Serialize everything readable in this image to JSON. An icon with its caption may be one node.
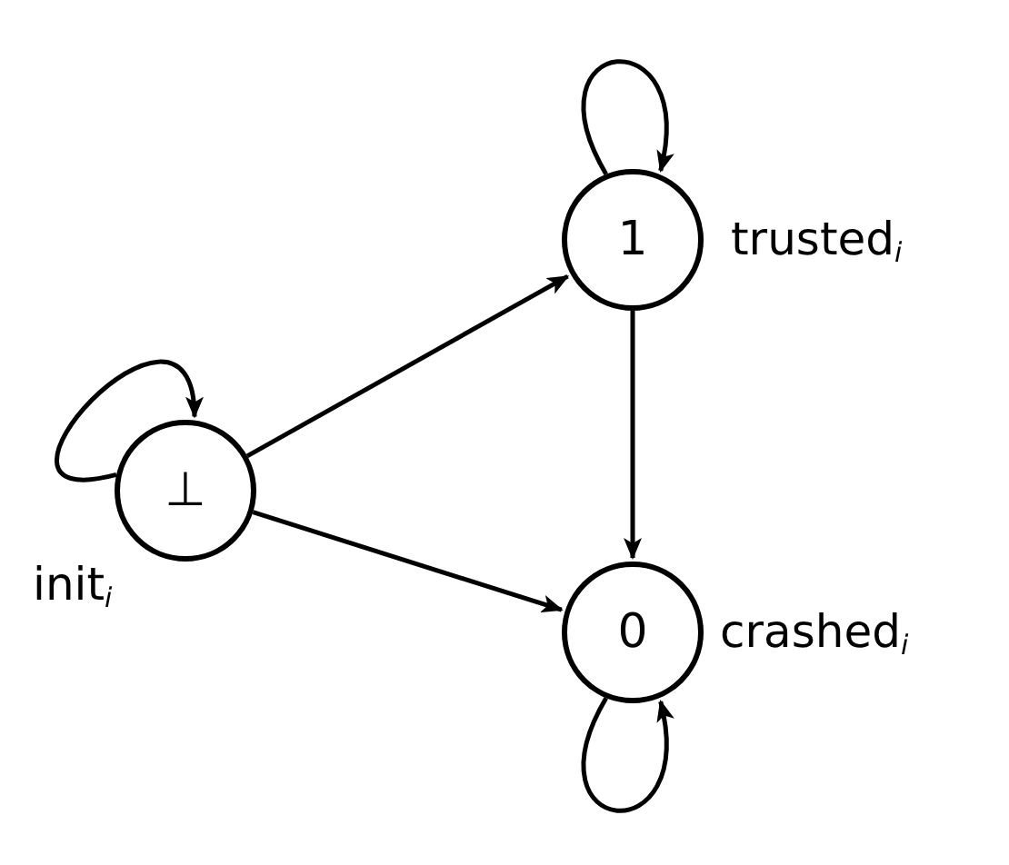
{
  "diagram": {
    "nodes": [
      {
        "text": [
          "⊥"
        ],
        "beside": [
          "init$_{i}$"
        ]
      },
      {
        "text": [
          "1"
        ],
        "beside": [
          "trusted$_{i}$"
        ]
      },
      {
        "text": [
          "0"
        ],
        "beside": [
          "crashed$_{i}$"
        ]
      }
    ],
    "edges": [
      {
        "from": 0,
        "to": 0,
        "arrow": "to"
      },
      {
        "from": 1,
        "to": 1,
        "arrow": "to"
      },
      {
        "from": 0,
        "to": 1,
        "arrow": "to"
      },
      {
        "from": 0,
        "to": 2,
        "arrow": "to"
      },
      {
        "from": 1,
        "to": 2,
        "arrow": "to"
      },
      {
        "from": 2,
        "to": 2,
        "arrow": "to"
      }
    ]
  }
}
